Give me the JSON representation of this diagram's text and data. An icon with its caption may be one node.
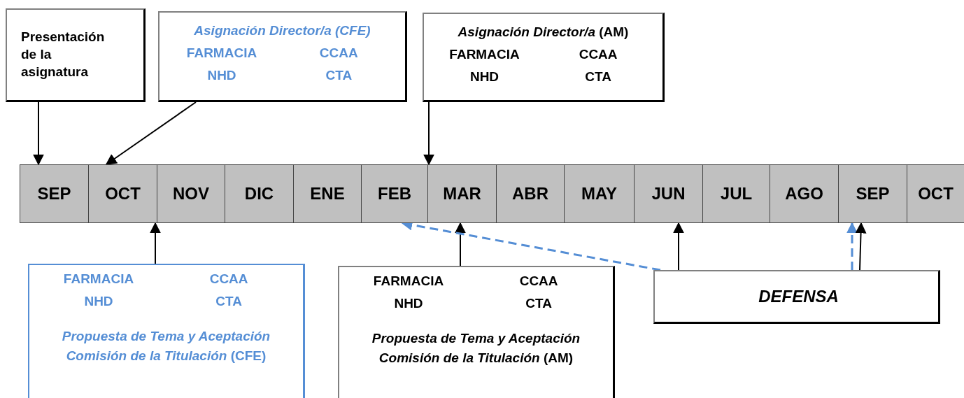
{
  "diagram": {
    "nodes": [
      {
        "text": [
          "Presentación de la asignatura"
        ]
      },
      {
        "text": [
          "Asignación Director/a (CFE)",
          "FARMACIA",
          "CCAA",
          "NHD",
          "CTA"
        ]
      },
      {
        "text": [
          "*Asignación Director/a* (AM)",
          "FARMACIA",
          "CCAA",
          "NHD",
          "CTA"
        ]
      },
      {
        "text": [
          "SEP"
        ]
      },
      {
        "text": [
          "OCT"
        ]
      },
      {
        "text": [
          "NOV"
        ]
      },
      {
        "text": [
          "DIC"
        ]
      },
      {
        "text": [
          "ENE"
        ]
      },
      {
        "text": [
          "FEB"
        ]
      },
      {
        "text": [
          "MAR"
        ]
      },
      {
        "text": [
          "ABR"
        ]
      },
      {
        "text": [
          "MAY"
        ]
      },
      {
        "text": [
          "JUN"
        ]
      },
      {
        "text": [
          "JUL"
        ]
      },
      {
        "text": [
          "AGO"
        ]
      },
      {
        "text": [
          "SEP"
        ]
      },
      {
        "text": [
          "OCT"
        ]
      },
      {
        "text": [
          "FARMACIA",
          "CCAA",
          "NHD",
          "CTA",
          "*Propuesta de Tema y Aceptación Comisión de la Titulación* (CFE)"
        ]
      },
      {
        "text": [
          "FARMACIA",
          "CCAA",
          "NHD",
          "CTA",
          "*Propuesta de Tema y Aceptación Comisión de la Titulación* (AM)"
        ]
      },
      {
        "text": [
          "DEFENSA"
        ]
      }
    ],
    "edges": [
      {
        "from": 0,
        "to": 3,
        "arrow": "to"
      },
      {
        "from": 1,
        "to": 4,
        "arrow": "to"
      },
      {
        "from": 2,
        "to": 9,
        "arrow": "to"
      },
      {
        "from": 17,
        "to": 4,
        "arrow": "to"
      },
      {
        "from": 18,
        "to": 9,
        "arrow": "to"
      },
      {
        "from": 19,
        "to": 8,
        "arrow": "to",
        "style": "dashed",
        "color": "#558ed5"
      },
      {
        "from": 19,
        "to": 12,
        "arrow": "to"
      },
      {
        "from": 19,
        "to": 15,
        "arrow": "to",
        "style": "dashed",
        "color": "#558ed5"
      },
      {
        "from": 19,
        "to": 15,
        "arrow": "to"
      }
    ]
  }
}
